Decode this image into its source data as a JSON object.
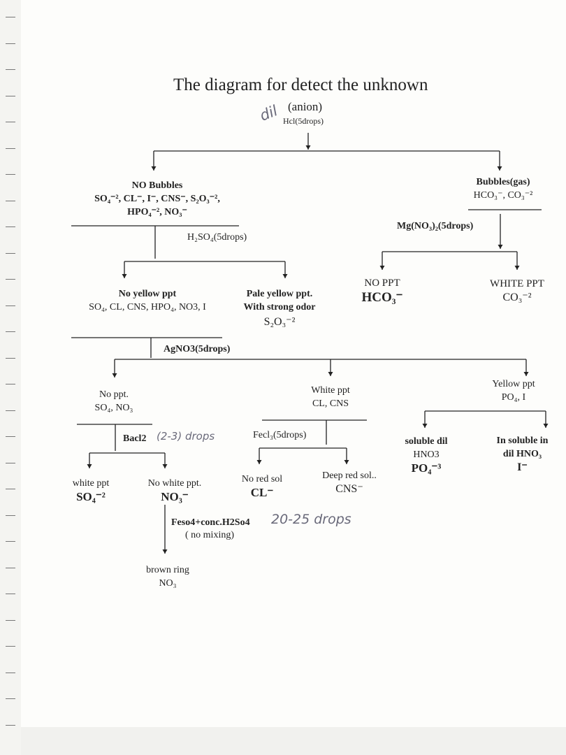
{
  "title": "The diagram for detect the unknown",
  "subtitle": "(anion)",
  "annotations": {
    "dil": "dil",
    "bacl2_drops": "(2-3) drops",
    "feso4_drops": "20-25 drops"
  },
  "reagents": {
    "hcl": "Hcl(5drops)",
    "h2so4": "H₂SO₄(5drops)",
    "mgno3": "Mg(NO₃)₂(5drops)",
    "agno3": "AgNO3(5drops)",
    "bacl2": "Bacl2",
    "fecl3": "Fecl₃(5drops)",
    "feso4": "Feso4+conc.H2So4",
    "no_mixing": "( no mixing)"
  },
  "nodes": {
    "no_bubbles": {
      "title": "NO Bubbles",
      "line1": "SO₄⁻², CL⁻, I⁻, CNS⁻, S₂O₃⁻²,",
      "line2": "HPO₄⁻², NO₃⁻"
    },
    "bubbles": {
      "title": "Bubbles(gas)",
      "line1": "HCO₃⁻, CO₃⁻²"
    },
    "no_ppt_mg": {
      "title": "NO PPT",
      "ion": "HCO₃⁻"
    },
    "white_ppt_mg": {
      "title": "WHITE PPT",
      "ion": "CO₃⁻²"
    },
    "no_yellow": {
      "title": "No yellow ppt",
      "line1": "SO₄, CL, CNS, HPO₄, NO3, I"
    },
    "pale_yellow": {
      "title": "Pale yellow ppt.",
      "line1": "With strong odor",
      "ion": "S₂O₃⁻²"
    },
    "no_ppt_ag": {
      "title": "No ppt.",
      "line1": "SO₄, NO₃"
    },
    "white_ppt_ag": {
      "title": "White ppt",
      "line1": "CL, CNS"
    },
    "yellow_ppt_ag": {
      "title": "Yellow ppt",
      "line1": "PO₄, I"
    },
    "white_ppt_ba": {
      "title": "white ppt",
      "ion": "SO₄⁻²"
    },
    "no_white_ppt": {
      "title": "No white ppt.",
      "ion": "NO₃⁻"
    },
    "no_red_sol": {
      "title": "No red sol",
      "ion": "CL⁻"
    },
    "deep_red_sol": {
      "title": "Deep red sol..",
      "ion": "CNS⁻"
    },
    "soluble": {
      "title": "soluble dil",
      "line1": "HNO3",
      "ion": "PO₄⁻³"
    },
    "insoluble": {
      "title": "In soluble in",
      "line1": "dil HNO₃",
      "ion": "I⁻"
    },
    "brown_ring": {
      "title": "brown ring",
      "ion": "NO₃"
    }
  }
}
